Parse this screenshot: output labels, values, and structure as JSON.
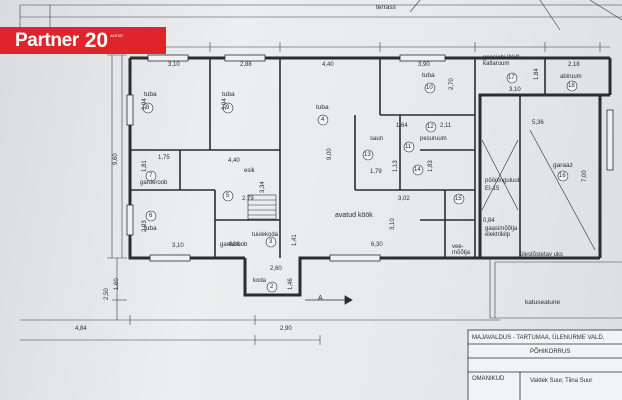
{
  "logo": {
    "text": "Partner",
    "number": "20",
    "sub": "AASTAT"
  },
  "site": {
    "terrace": "terrass",
    "parking": "katusealune",
    "gate": "ülestõstetav uks"
  },
  "rooms": [
    {
      "id": "8",
      "name": "tuba"
    },
    {
      "id": "9",
      "name": "tuba"
    },
    {
      "id": "4",
      "name": "tuba"
    },
    {
      "id": "10",
      "name": "tuba"
    },
    {
      "id": "17",
      "name": "gaasiahi Wolf katlaruum"
    },
    {
      "id": "18",
      "name": "abiruum"
    },
    {
      "id": "7",
      "name": "garderoob"
    },
    {
      "id": "5",
      "name": ""
    },
    {
      "id": "6",
      "name": "tuba"
    },
    {
      "id": "3",
      "name": "tuulekoda"
    },
    {
      "id": "2",
      "name": "koda"
    },
    {
      "id": "11",
      "name": "saun"
    },
    {
      "id": "12",
      "name": ""
    },
    {
      "id": "13",
      "name": ""
    },
    {
      "id": "14",
      "name": ""
    },
    {
      "id": "15",
      "name": ""
    },
    {
      "id": "16",
      "name": "garaaz"
    }
  ],
  "labels": {
    "esik": "esik",
    "garderoob2": "garderoob",
    "kitchen": "avatud köök",
    "pesu": "pesuruum",
    "laundry": "pööninguluuk",
    "ei15": "EI-15",
    "gasmeter": "gaasimõõtja elektrikilp",
    "veemootja": "vee-mõõtja",
    "arrow_a": "A"
  },
  "dims": {
    "d310a": "3,10",
    "d288": "2,88",
    "d440a": "4,40",
    "d390": "3,90",
    "d218": "2,18",
    "d394a": "3,94",
    "d394b": "3,94",
    "d270": "2,70",
    "d184": "1,84",
    "d310b": "3,10",
    "d536": "5,36",
    "d960": "9,60",
    "d900": "9,00",
    "d164": "1,64",
    "d211": "2,11",
    "d175": "1,75",
    "d440b": "4,40",
    "d181": "1,81",
    "d183": "1,83",
    "d179": "1,79",
    "d113": "1,13",
    "d700": "7,00",
    "d334": "3,34",
    "d279": "2,79",
    "d293": "2,93",
    "d302": "3,02",
    "d310c": "3,10",
    "d084": "0,84",
    "d310d": "3,10",
    "d408": "4,08",
    "d630": "6,30",
    "d141": "1,41",
    "d260": "2,60",
    "d146": "1,46",
    "d250": "2,50",
    "d160": "1,60",
    "d484": "4,84",
    "d290": "2,90"
  },
  "title_block": {
    "project": "MAJAVALDUS - TARTUMAA, ÜLENURME VALD,",
    "floor": "PÕHIKORRUS",
    "owners_label": "OMANIKUD",
    "owners": "Valdek Suur, Tiina Suur"
  }
}
